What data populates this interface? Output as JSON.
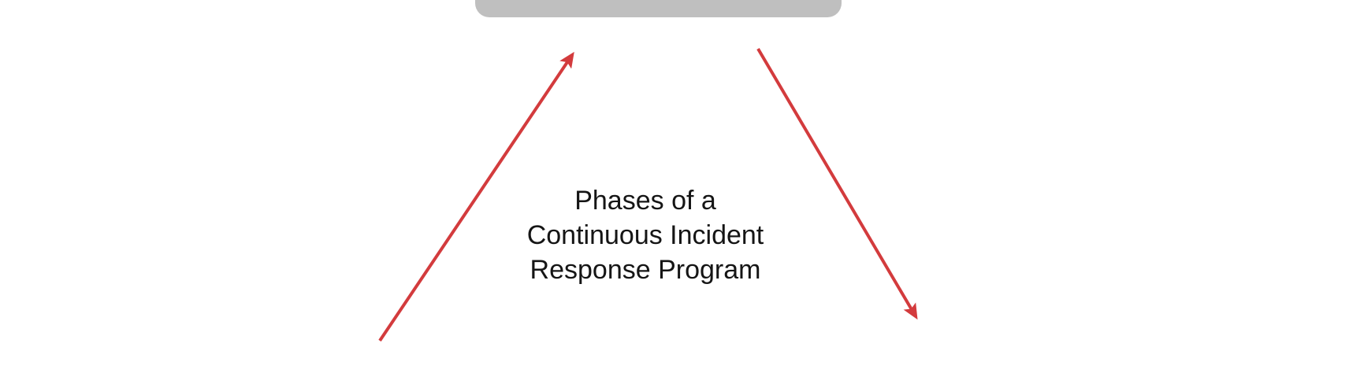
{
  "diagram": {
    "type": "cycle-fragment",
    "title": {
      "full_text": "Phases of a Continuous Incident Response Program",
      "lines": {
        "line1": "Phases of a",
        "line2": "Continuous Incident",
        "line3": "Response Program"
      }
    },
    "nodes": [
      {
        "id": "top-node",
        "label": "",
        "shape": "rounded-rectangle",
        "note": "partially cut off at top edge of screenshot"
      }
    ],
    "arrows": [
      {
        "id": "up-arrow",
        "direction": "up-right",
        "points_to": "top-node"
      },
      {
        "id": "down-arrow",
        "direction": "down-right",
        "points_from": "top-node"
      }
    ],
    "colors": {
      "arrow_red": "#D33B3D",
      "box_gray": "#BFBFBF",
      "text": "#151515",
      "background": "#FFFFFF"
    }
  }
}
